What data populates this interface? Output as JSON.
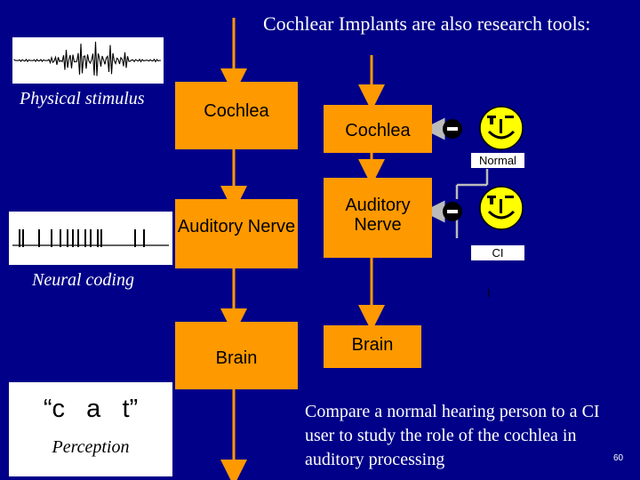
{
  "slide": {
    "title": "Cochlear Implants are also research tools:",
    "captions": {
      "physical_stimulus": "Physical stimulus",
      "neural_coding": "Neural coding",
      "perception": "Perception"
    },
    "perception_word": "“c   a   t”",
    "left_chain": {
      "cochlea": "Cochlea",
      "auditory_nerve": "Auditory Nerve",
      "brain": "Brain"
    },
    "right_chain": {
      "cochlea": "Cochlea",
      "auditory_nerve": "Auditory Nerve",
      "brain": "Brain"
    },
    "switch_labels": {
      "normal": "Normal",
      "ci": "CI",
      "pointer": "I"
    },
    "compare_text": "Compare a normal hearing person to a CI user to study the role of the cochlea in auditory processing",
    "page_number": "60"
  },
  "colors": {
    "background": "#000088",
    "block": "#ff9900",
    "text": "#ffffff"
  },
  "icons": [
    "waveform-icon",
    "spike-train-icon",
    "smiley-icon",
    "switch-icon"
  ]
}
